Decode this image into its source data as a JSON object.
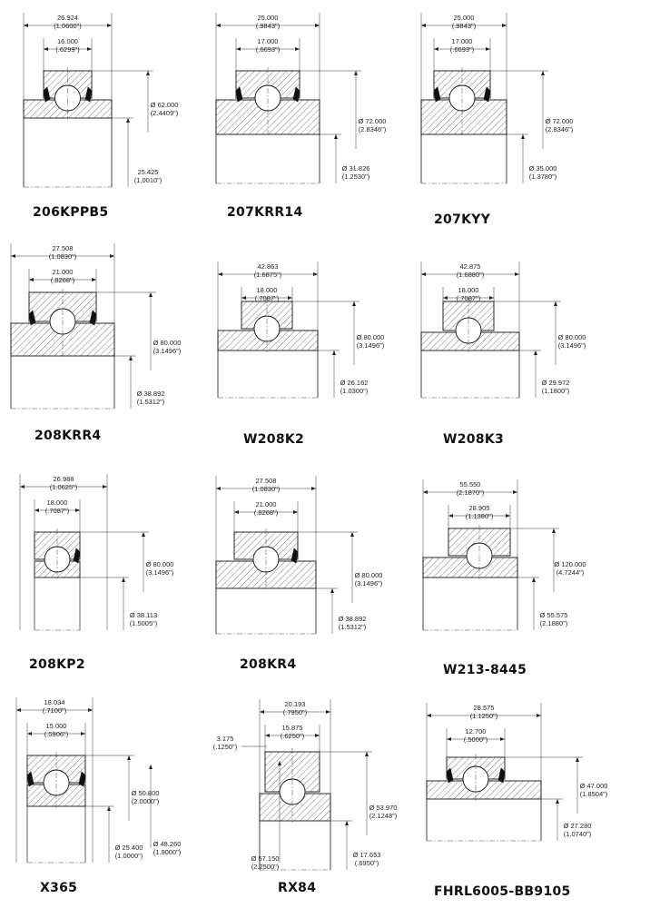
{
  "colors": {
    "ink": "#111111",
    "paper": "#ffffff"
  },
  "panels": [
    {
      "name": "206KPPB5",
      "width": "26.924",
      "width_in": "(1.0600\")",
      "inner_width": "16.000",
      "inner_width_in": "(.6299\")",
      "od": "Ø 62.000",
      "od_in": "(2.4409\")",
      "bore": "25.425",
      "bore_in": "(1.0010\")",
      "seal": "both",
      "wide_inner": true
    },
    {
      "name": "207KRR14",
      "width": "25.000",
      "width_in": "(.9843\")",
      "inner_width": "17.000",
      "inner_width_in": "(.6693\")",
      "od": "Ø 72.000",
      "od_in": "(2.8346\")",
      "bore": "Ø 31.826",
      "bore_in": "(1.2530\")",
      "seal": "both",
      "wide_inner": true
    },
    {
      "name": "207KYY",
      "width": "25.000",
      "width_in": "(.9843\")",
      "inner_width": "17.000",
      "inner_width_in": "(.6693\")",
      "od": "Ø 72.000",
      "od_in": "(2.8346\")",
      "bore": "Ø 35.000",
      "bore_in": "(1.3780\")",
      "seal": "both",
      "wide_inner": true
    },
    {
      "name": "208KRR4",
      "width": "27.508",
      "width_in": "(1.0830\")",
      "inner_width": "21.000",
      "inner_width_in": "(.8268\")",
      "od": "Ø 80.000",
      "od_in": "(3.1496\")",
      "bore": "Ø 38.892",
      "bore_in": "(1.5312\")",
      "seal": "both",
      "wide_inner": true
    },
    {
      "name": "W208K2",
      "width": "42.863",
      "width_in": "(1.6875\")",
      "inner_width": "18.000",
      "inner_width_in": "(.7087\")",
      "od": "Ø 80.000",
      "od_in": "(3.1496\")",
      "bore": "Ø 26.162",
      "bore_in": "(1.0300\")",
      "seal": "none",
      "wide_inner": true
    },
    {
      "name": "W208K3",
      "width": "42.875",
      "width_in": "(1.6880\")",
      "inner_width": "18.000",
      "inner_width_in": "(.7087\")",
      "od": "Ø 80.000",
      "od_in": "(3.1496\")",
      "bore": "Ø 29.972",
      "bore_in": "(1.1800\")",
      "seal": "none",
      "wide_inner": true
    },
    {
      "name": "208KP2",
      "width": "26.988",
      "width_in": "(1.0625\")",
      "inner_width": "18.000",
      "inner_width_in": "(.7087\")",
      "od": "Ø 80.000",
      "od_in": "(3.1496\")",
      "bore": "Ø 38.113",
      "bore_in": "(1.5005\")",
      "seal": "right",
      "wide_inner": false
    },
    {
      "name": "208KR4",
      "width": "27.508",
      "width_in": "(1.0830\")",
      "inner_width": "21.000",
      "inner_width_in": "(.8268\")",
      "od": "Ø 80.000",
      "od_in": "(3.1496\")",
      "bore": "Ø 38.892",
      "bore_in": "(1.5312\")",
      "seal": "right",
      "wide_inner": true
    },
    {
      "name": "W213-8445",
      "width": "55.550",
      "width_in": "(2.1870\")",
      "inner_width": "28.905",
      "inner_width_in": "(1.1380\")",
      "od": "Ø 120.000",
      "od_in": "(4.7244\")",
      "bore": "Ø 55.575",
      "bore_in": "(2.1880\")",
      "seal": "none",
      "wide_inner": true
    },
    {
      "name": "X365",
      "width": "18.034",
      "width_in": "(.7100\")",
      "inner_width": "15.000",
      "inner_width_in": "(.5906\")",
      "od": "Ø 50.800",
      "od_in": "(2.0000\")",
      "od2": "Ø 48.260",
      "od2_in": "(1.9000\")",
      "bore": "Ø 25.400",
      "bore_in": "(1.0000\")",
      "seal": "both",
      "wide_inner": false
    },
    {
      "name": "RX84",
      "width": "20.193",
      "width_in": "(.7950\")",
      "inner_width": "15.875",
      "inner_width_in": "(.6250\")",
      "extra": "3.175",
      "extra_in": "(.1250\")",
      "od": "Ø 53.970",
      "od_in": "(2.1248\")",
      "od2": "Ø 57.150",
      "od2_in": "(2.2500\")",
      "bore": "Ø 17.653",
      "bore_in": "(.6950\")",
      "seal": "none",
      "wide_inner": true
    },
    {
      "name": "FHRL6005-BB9105",
      "width": "28.575",
      "width_in": "(1.1250\")",
      "inner_width": "12.700",
      "inner_width_in": "(.5000\")",
      "od": "Ø 47.000",
      "od_in": "(1.8504\")",
      "bore": "Ø 27.280",
      "bore_in": "(1.0740\")",
      "seal": "both",
      "wide_inner": true
    }
  ]
}
